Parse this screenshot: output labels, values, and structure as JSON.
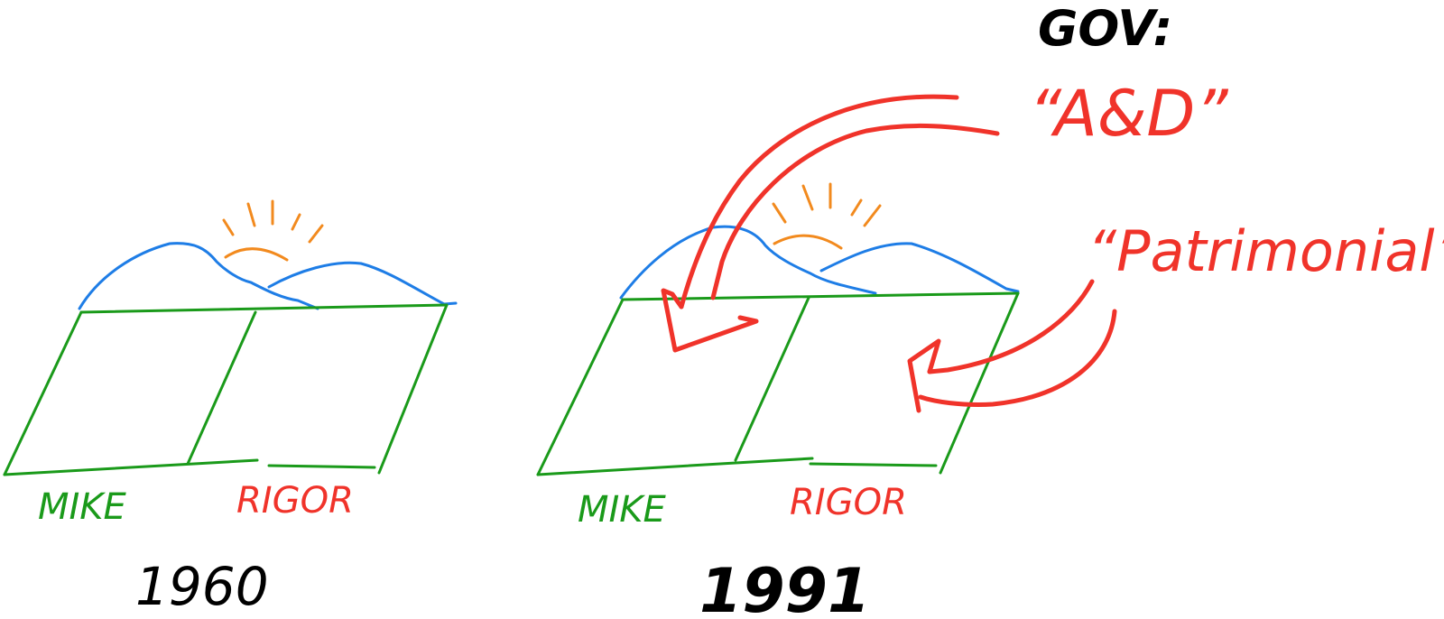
{
  "colors": {
    "field": "#1a9a1a",
    "mountain": "#1e7de6",
    "sun": "#f28a1e",
    "annotation": "#f0332a",
    "ink": "#000000"
  },
  "left_panel": {
    "owner_left": "MIKE",
    "owner_right": "RIGOR",
    "year": "1960"
  },
  "right_panel": {
    "owner_left": "MIKE",
    "owner_right": "RIGOR",
    "year": "1991"
  },
  "annotations": {
    "gov_label": "GOV:",
    "ad_label": "“A&D”",
    "patrimonial_label": "“Patrimonial”"
  }
}
